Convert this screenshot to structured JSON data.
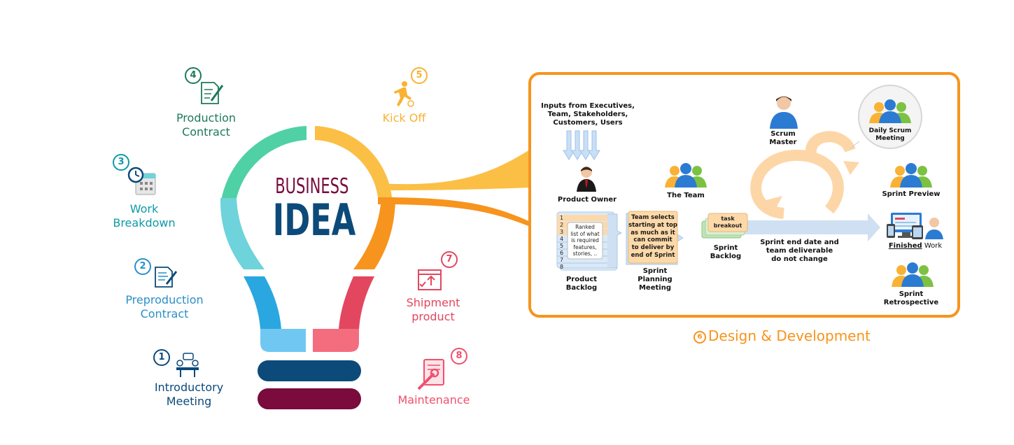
{
  "bulb": {
    "title_top": "BUSINESS",
    "title_main": "IDEA",
    "colors": {
      "green": "#4fd1a5",
      "yellow": "#fbbf45",
      "orange": "#f7941d",
      "teal": "#6ed3da",
      "blue": "#2aa7e0",
      "lightblue": "#70c8f2",
      "red": "#e2475f",
      "pink": "#f46d7f",
      "navy": "#0c4a7a",
      "maroon": "#7a0b3c"
    }
  },
  "steps": [
    {
      "num": "1",
      "label": "Introductory\nMeeting",
      "icon": "meeting-icon",
      "color": "#0c4a7a"
    },
    {
      "num": "2",
      "label": "Preproduction\nContract",
      "icon": "contract-icon",
      "color": "#2a8fc9"
    },
    {
      "num": "3",
      "label": "Work\nBreakdown",
      "icon": "calendar-clock-icon",
      "color": "#0e9aa7"
    },
    {
      "num": "4",
      "label": "Production\nContract",
      "icon": "document-pen-icon",
      "color": "#1d7a5a"
    },
    {
      "num": "5",
      "label": "Kick Off",
      "icon": "kick-off-icon",
      "color": "#f9b233"
    },
    {
      "num": "6",
      "label": "Design & Development",
      "icon": "",
      "color": "#f7941d"
    },
    {
      "num": "7",
      "label": "Shipment\nproduct",
      "icon": "shipment-icon",
      "color": "#e2475f"
    },
    {
      "num": "8",
      "label": "Maintenance",
      "icon": "maintenance-icon",
      "color": "#f0506e"
    }
  ],
  "scrum": {
    "inputs": "Inputs from Executives,\nTeam, Stakeholders,\nCustomers, Users",
    "product_owner": "Product Owner",
    "the_team": "The Team",
    "scrum_master": "Scrum\nMaster",
    "daily_scrum": "Daily Scrum\nMeeting",
    "sprint_preview": "Sprint Preview",
    "product_backlog": "Product\nBacklog",
    "backlog_numbers": [
      "1",
      "2",
      "3",
      "4",
      "5",
      "6",
      "7",
      "8"
    ],
    "backlog_note": "Ranked\nlist of what\nis required\nfeatures,\nstories, ..",
    "team_selects": "Team selects\nstarting at top\nas much as it\ncan commit\nto deliver by\nend of Sprint",
    "sprint_planning": "Sprint\nPlanning\nMeeting",
    "task_breakout": "task\nbreakout",
    "sprint_backlog": "Sprint\nBacklog",
    "sprint_end": "Sprint end date and\nteam deliverable\ndo not change",
    "finished": "Finished",
    "work": " Work",
    "sprint_retro": "Sprint\nRetrospective"
  }
}
